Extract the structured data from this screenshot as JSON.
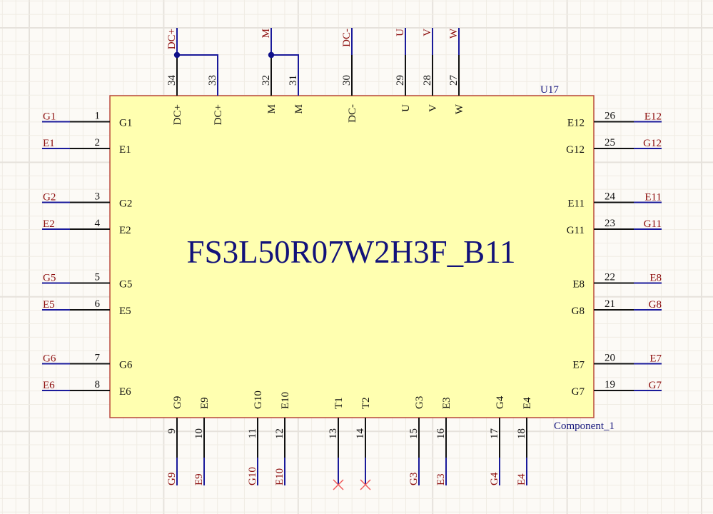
{
  "schematic": {
    "colors": {
      "background": "#fcfaf6",
      "grid_minor": "#f0ece4",
      "grid_major": "#e6e2dc",
      "body_fill": "#ffffb0",
      "body_border": "#b9483a",
      "pin_line": "#111111",
      "wire": "#1a1a9a",
      "net_label": "#8b0a0a",
      "junction": "#10108a",
      "no_connect": "#f05a5a",
      "designator": "#12127a"
    },
    "component": {
      "designator": "U17",
      "part_name": "FS3L50R07W2H3F_B11",
      "comment": "Component_1"
    },
    "left_pins": [
      {
        "num": "1",
        "name": "G1",
        "net": "G1"
      },
      {
        "num": "2",
        "name": "E1",
        "net": "E1"
      },
      {
        "num": "3",
        "name": "G2",
        "net": "G2"
      },
      {
        "num": "4",
        "name": "E2",
        "net": "E2"
      },
      {
        "num": "5",
        "name": "G5",
        "net": "G5"
      },
      {
        "num": "6",
        "name": "E5",
        "net": "E5"
      },
      {
        "num": "7",
        "name": "G6",
        "net": "G6"
      },
      {
        "num": "8",
        "name": "E6",
        "net": "E6"
      }
    ],
    "right_pins": [
      {
        "num": "26",
        "name": "E12",
        "net": "E12"
      },
      {
        "num": "25",
        "name": "G12",
        "net": "G12"
      },
      {
        "num": "24",
        "name": "E11",
        "net": "E11"
      },
      {
        "num": "23",
        "name": "G11",
        "net": "G11"
      },
      {
        "num": "22",
        "name": "E8",
        "net": "E8"
      },
      {
        "num": "21",
        "name": "G8",
        "net": "G8"
      },
      {
        "num": "20",
        "name": "E7",
        "net": "E7"
      },
      {
        "num": "19",
        "name": "G7",
        "net": "G7"
      }
    ],
    "top_pins": [
      {
        "num": "34",
        "name": "DC+",
        "net": "DC+"
      },
      {
        "num": "33",
        "name": "DC+",
        "net": ""
      },
      {
        "num": "32",
        "name": "M",
        "net": "M"
      },
      {
        "num": "31",
        "name": "M",
        "net": ""
      },
      {
        "num": "30",
        "name": "DC-",
        "net": "DC-"
      },
      {
        "num": "29",
        "name": "U",
        "net": "U"
      },
      {
        "num": "28",
        "name": "V",
        "net": "V"
      },
      {
        "num": "27",
        "name": "W",
        "net": "W"
      }
    ],
    "bottom_pins": [
      {
        "num": "9",
        "name": "G9",
        "net": "G9"
      },
      {
        "num": "10",
        "name": "E9",
        "net": "E9"
      },
      {
        "num": "11",
        "name": "G10",
        "net": "G10"
      },
      {
        "num": "12",
        "name": "E10",
        "net": "E10"
      },
      {
        "num": "13",
        "name": "T1",
        "net": "",
        "no_connect": true
      },
      {
        "num": "14",
        "name": "T2",
        "net": "",
        "no_connect": true
      },
      {
        "num": "15",
        "name": "G3",
        "net": "G3"
      },
      {
        "num": "16",
        "name": "E3",
        "net": "E3"
      },
      {
        "num": "17",
        "name": "G4",
        "net": "G4"
      },
      {
        "num": "18",
        "name": "E4",
        "net": "E4"
      }
    ]
  }
}
